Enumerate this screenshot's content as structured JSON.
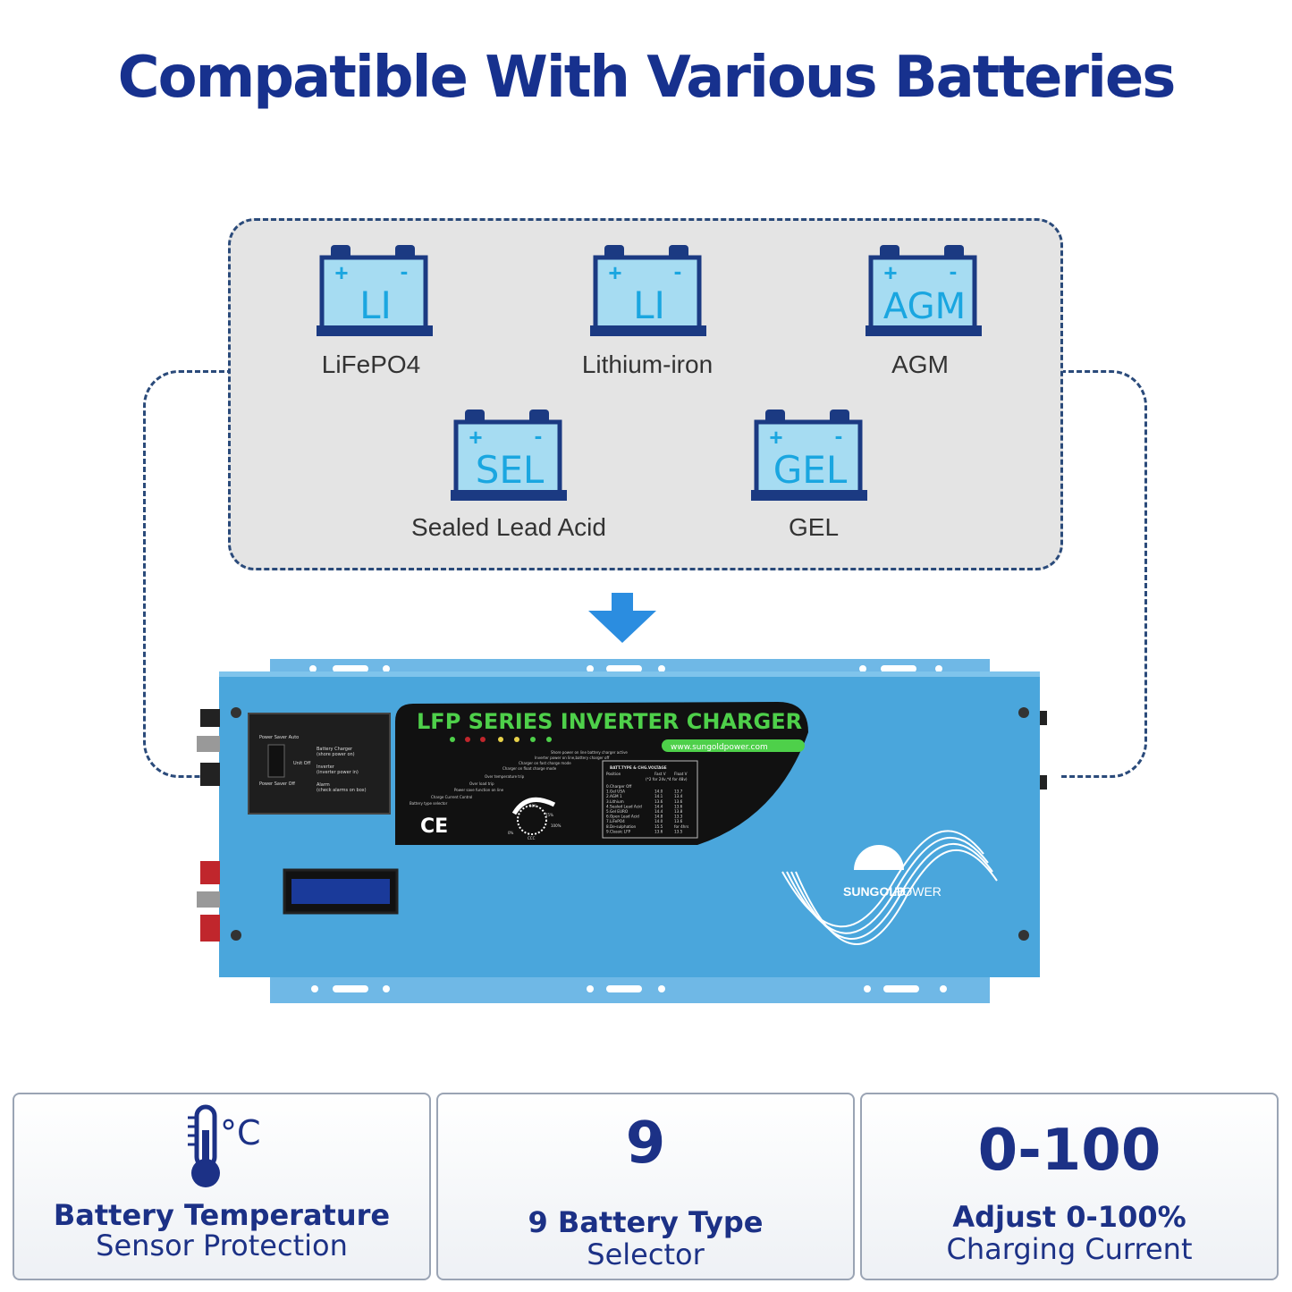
{
  "headline": "Compatible With Various Batteries",
  "colors": {
    "headline": "#17318e",
    "panel_bg": "#e4e4e4",
    "dash": "#2a4a7a",
    "battery_fill": "#a6dcf2",
    "battery_outline": "#1b3a82",
    "battery_text": "#1aa6e0",
    "inverter_body": "#4aa6dc",
    "arrow": "#2b8de0"
  },
  "batteries": [
    {
      "icon_label": "LI",
      "caption": "LiFePO4",
      "plus": "+",
      "minus": "-"
    },
    {
      "icon_label": "LI",
      "caption": "Lithium-iron",
      "plus": "+",
      "minus": "-"
    },
    {
      "icon_label": "AGM",
      "caption": "AGM",
      "plus": "+",
      "minus": "-"
    },
    {
      "icon_label": "SEL",
      "caption": "Sealed Lead Acid",
      "plus": "+",
      "minus": "-"
    },
    {
      "icon_label": "GEL",
      "caption": "GEL",
      "plus": "+",
      "minus": "-"
    }
  ],
  "inverter": {
    "title": "LFP SERIES INVERTER CHARGER",
    "website": "www.sungoldpower.com",
    "brand_left": "SUNGOLD",
    "brand_right": "POWER",
    "ce_mark": "CE",
    "remote": {
      "power_saver_auto": "Power Saver Auto",
      "unit_off": "Unit Off",
      "power_saver_off": "Power Saver Off",
      "battery_charger": "Battery Charger",
      "shore_power": "(shore power on)",
      "inverter": "Inverter",
      "inverter_power": "(inverter power in)",
      "alarm": "Alarm",
      "alarm_check": "(check alarms on box)"
    },
    "indicator_labels": [
      "Shore power on line battery charger active",
      "Inverter power on line,battery charger off",
      "Charger on fast charge mode",
      "Charger on float charge mode",
      "Over temperature trip",
      "Power save function on line",
      "Over load trip",
      "Charge Current Control",
      "Battery type selector"
    ],
    "dial_labels": [
      "0%",
      "50%",
      "75%",
      "100%",
      "CCC"
    ],
    "table_title": "BATT.TYPE & CHG.VOLTAGE",
    "table_headers": [
      "Position",
      "Fast V",
      "Float V"
    ],
    "table_note": "(*2 for 24v,*4 for 48v)",
    "table_rows": [
      [
        "0.Charger Off",
        "",
        ""
      ],
      [
        "1.Gel USA",
        "14.0",
        "13.7"
      ],
      [
        "2.AGM 1",
        "14.1",
        "13.4"
      ],
      [
        "3.Lithium",
        "13.6",
        "13.6"
      ],
      [
        "4.Sealed Lead Acid",
        "14.4",
        "13.6"
      ],
      [
        "5.Gel EURO",
        "14.4",
        "13.8"
      ],
      [
        "6.Open Lead Acid",
        "14.8",
        "13.3"
      ],
      [
        "7.LiFePO4",
        "14.0",
        "13.6"
      ],
      [
        "8.De-sulphation",
        "15.5",
        "for 4hrs"
      ],
      [
        "9.Classic LFP",
        "13.6",
        "13.5"
      ]
    ]
  },
  "features": [
    {
      "icon": "thermometer-celsius-icon",
      "icon_unit": "°C",
      "line1": "Battery Temperature",
      "line2": "Sensor Protection"
    },
    {
      "big": "9",
      "line1": "9 Battery Type",
      "line2": "Selector"
    },
    {
      "big": "0-100",
      "line1": "Adjust 0-100%",
      "line2": "Charging Current"
    }
  ]
}
